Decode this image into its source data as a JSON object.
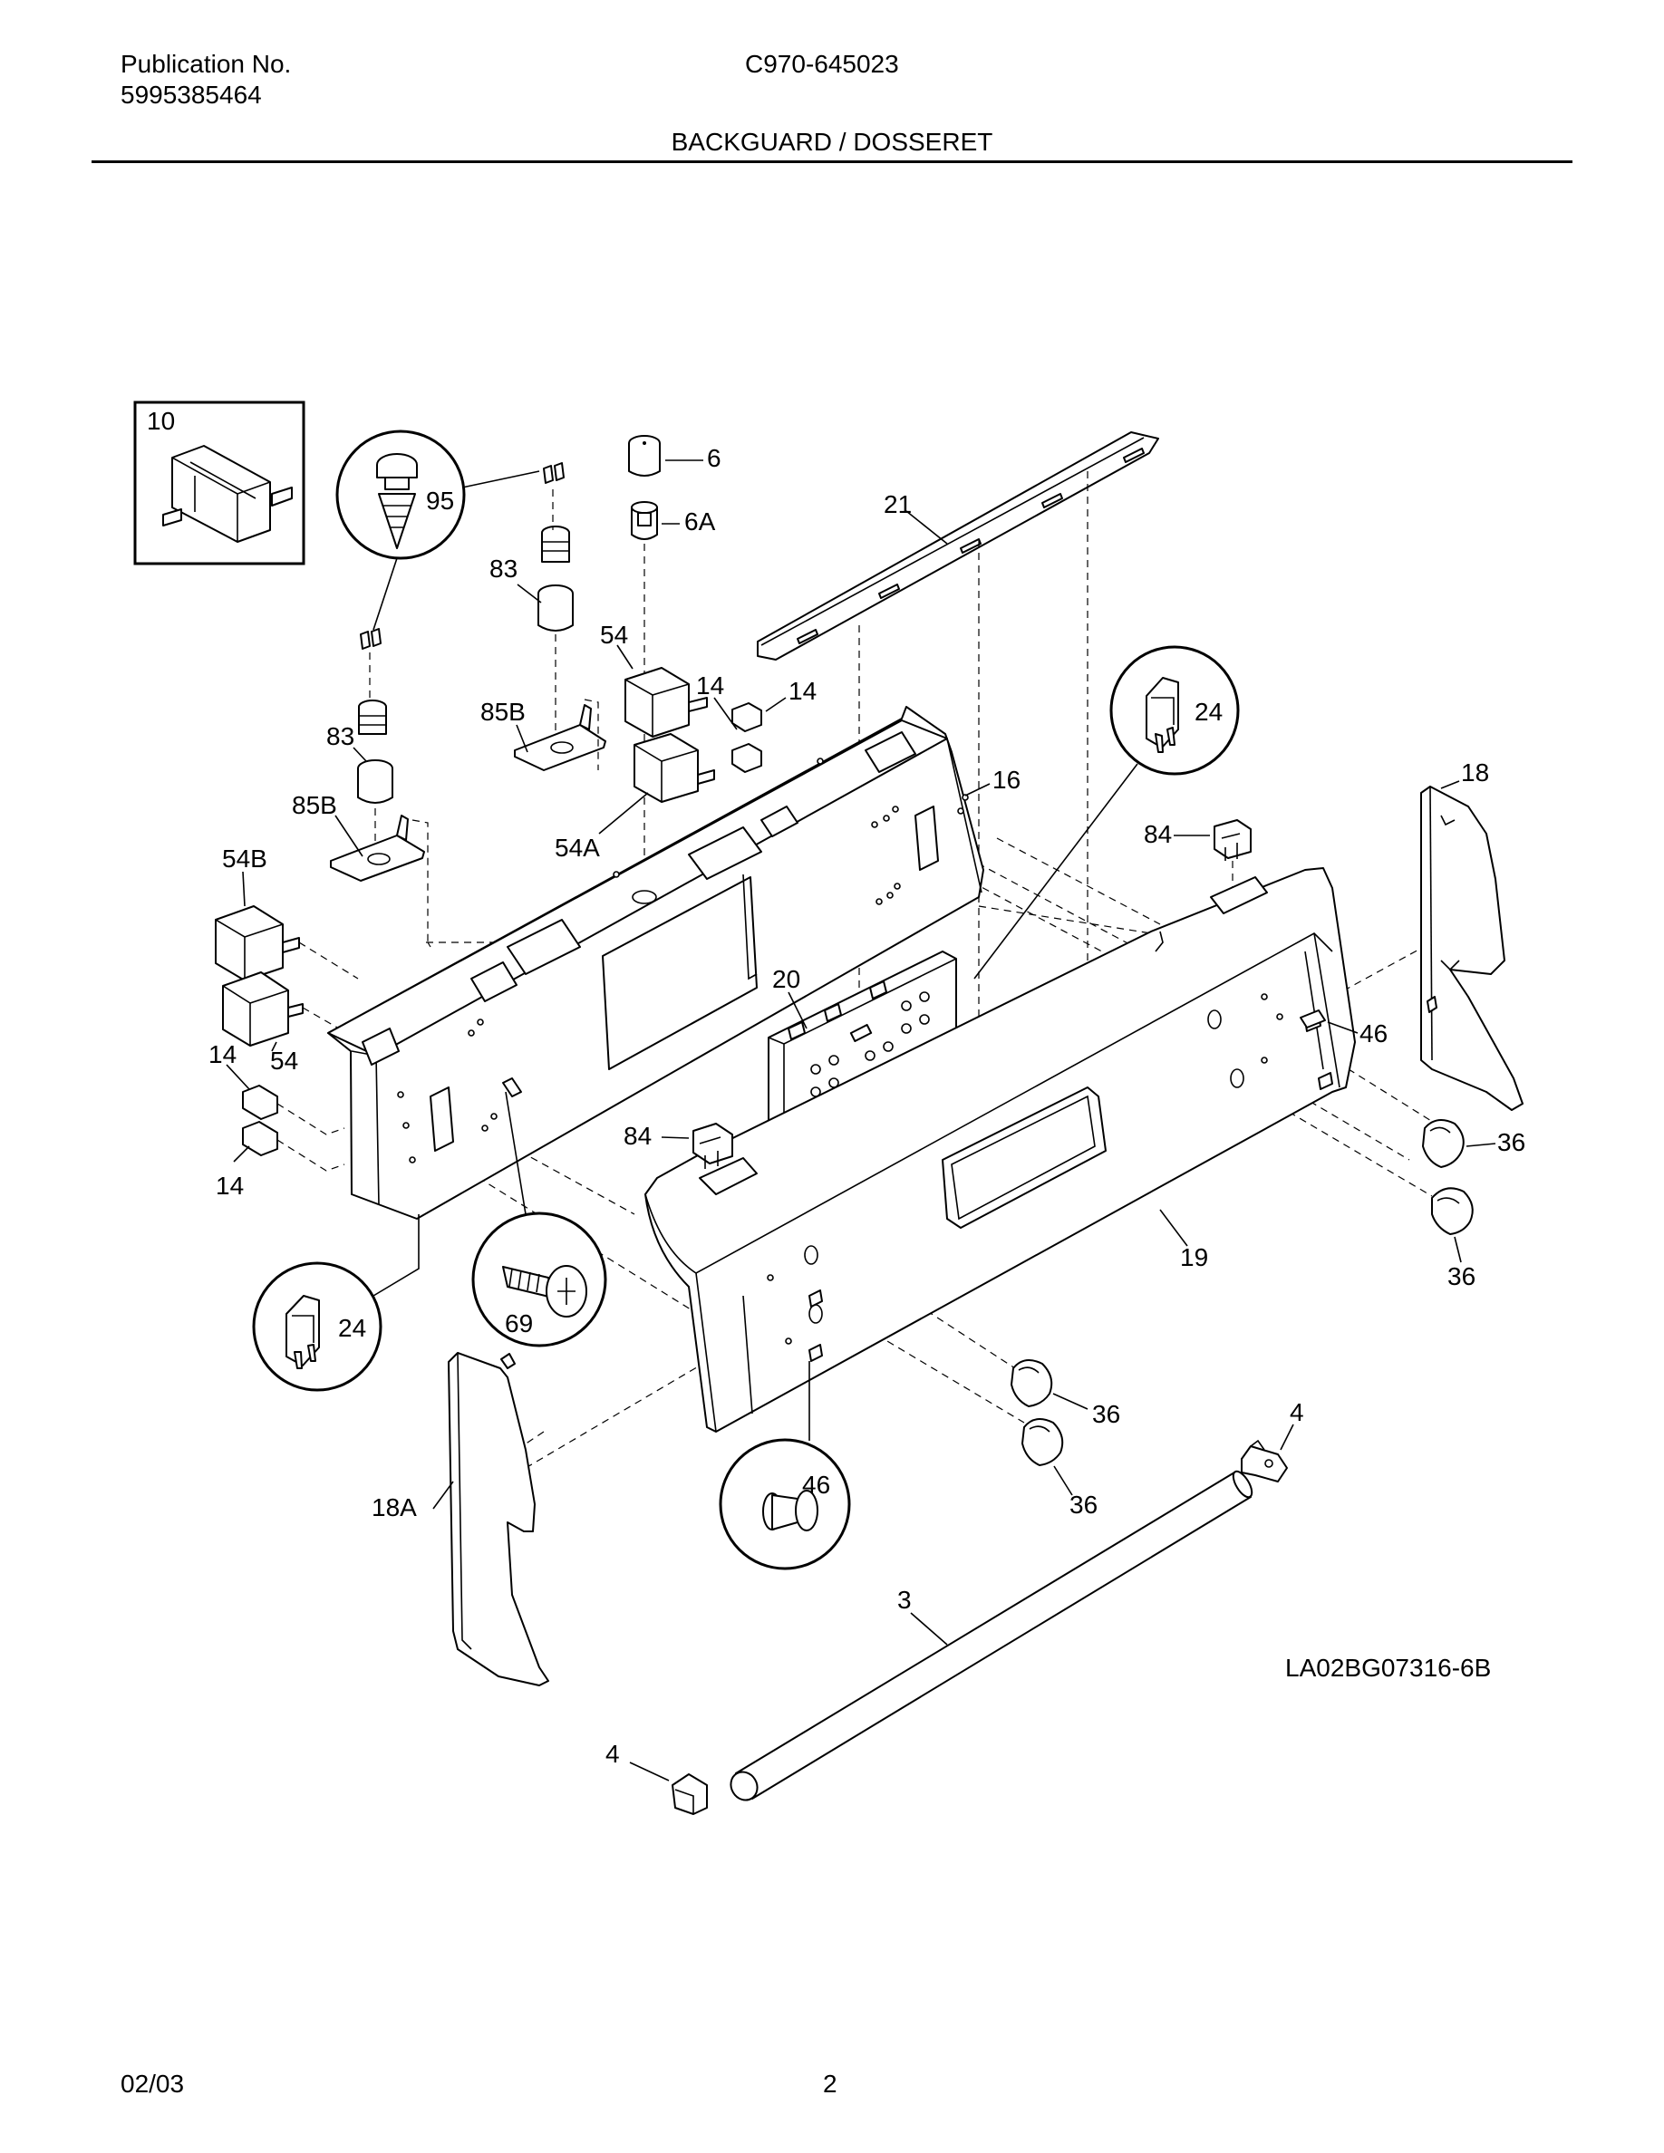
{
  "header": {
    "publication_label": "Publication No.",
    "publication_number": "5995385464",
    "model": "C970-645023",
    "section_title": "BACKGUARD / DOSSERET"
  },
  "footer": {
    "date": "02/03",
    "page": "2"
  },
  "drawing_id": "LA02BG07316-6B",
  "callouts": {
    "c10": "10",
    "c95": "95",
    "c6": "6",
    "c6a": "6A",
    "c21": "21",
    "c83a": "83",
    "c54a": "54",
    "c14a": "14",
    "c14b": "14",
    "c85ba": "85B",
    "c83b": "83",
    "c85bb": "85B",
    "c54aa": "54A",
    "c24a": "24",
    "c16": "16",
    "c18": "18",
    "c84a": "84",
    "c54b": "54B",
    "c20": "20",
    "c46a": "46",
    "c14c": "14",
    "c54c": "54",
    "c14d": "14",
    "c84b": "84",
    "c36a": "36",
    "c19": "19",
    "c36b": "36",
    "c24b": "24",
    "c69": "69",
    "c36c": "36",
    "c4a": "4",
    "c18a": "18A",
    "c46b": "46",
    "c36d": "36",
    "c3": "3",
    "c4b": "4"
  }
}
